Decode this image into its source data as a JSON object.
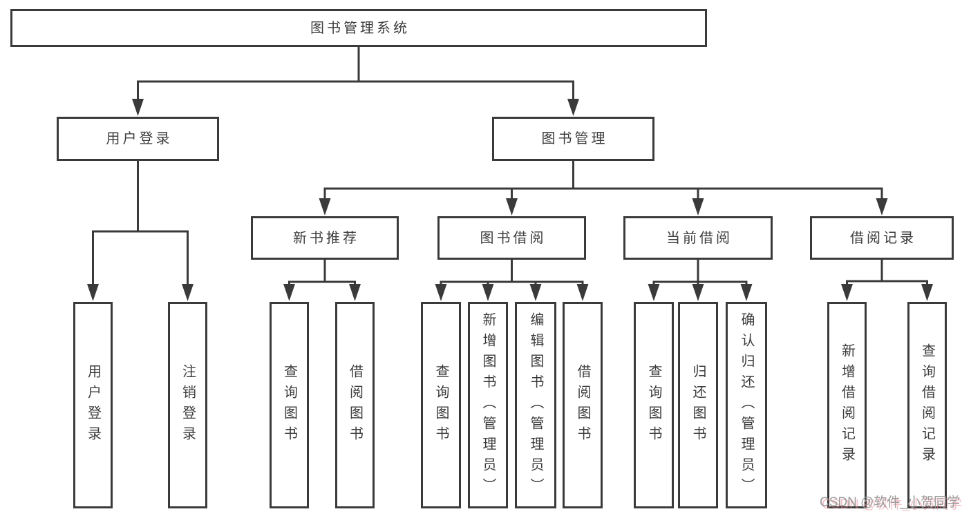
{
  "colors": {
    "line": "#3a3a3a",
    "box_border": "#3a3a3a",
    "text": "#3c3c3c",
    "watermark_text": "#9b9b9b",
    "watermark_shadow": "rgba(232,125,140,0.5)",
    "background": "#ffffff"
  },
  "diagram": {
    "title": "图书管理系统",
    "nodes": [
      {
        "id": "root",
        "level": 1,
        "label": "图书管理系统"
      },
      {
        "id": "user-login",
        "level": 2,
        "label": "用户登录"
      },
      {
        "id": "book-mgmt",
        "level": 2,
        "label": "图书管理"
      },
      {
        "id": "new-book-rec",
        "level": 3,
        "label": "新书推荐"
      },
      {
        "id": "book-borrow",
        "level": 3,
        "label": "图书借阅"
      },
      {
        "id": "current-borrow",
        "level": 3,
        "label": "当前借阅"
      },
      {
        "id": "borrow-records",
        "level": 3,
        "label": "借阅记录"
      },
      {
        "id": "leaf-user-login",
        "level": 4,
        "label": "用户登录"
      },
      {
        "id": "leaf-logout",
        "level": 4,
        "label": "注销登录"
      },
      {
        "id": "leaf-nbr-query",
        "level": 4,
        "label": "查询图书"
      },
      {
        "id": "leaf-nbr-borrow",
        "level": 4,
        "label": "借阅图书"
      },
      {
        "id": "leaf-bb-query",
        "level": 4,
        "label": "查询图书"
      },
      {
        "id": "leaf-bb-add",
        "level": 4,
        "label": "新增图书（管理员）"
      },
      {
        "id": "leaf-bb-edit",
        "level": 4,
        "label": "编辑图书（管理员）"
      },
      {
        "id": "leaf-bb-borrow",
        "level": 4,
        "label": "借阅图书"
      },
      {
        "id": "leaf-cb-query",
        "level": 4,
        "label": "查询图书"
      },
      {
        "id": "leaf-cb-return",
        "level": 4,
        "label": "归还图书"
      },
      {
        "id": "leaf-cb-confirm",
        "level": 4,
        "label": "确认归还（管理员）"
      },
      {
        "id": "leaf-br-add",
        "level": 4,
        "label": "新增借阅记录"
      },
      {
        "id": "leaf-br-query",
        "level": 4,
        "label": "查询借阅记录"
      }
    ]
  },
  "watermark": {
    "text": "CSDN @软件_小贺同学"
  }
}
